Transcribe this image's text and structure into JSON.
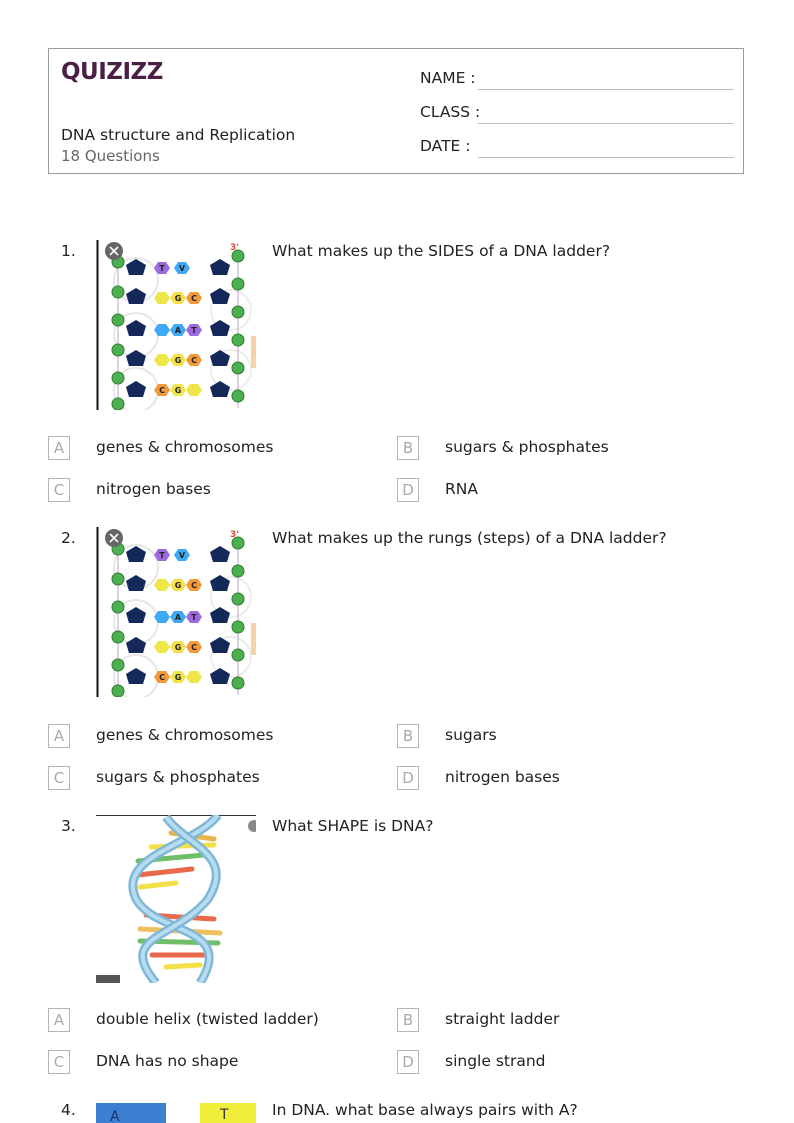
{
  "header": {
    "logo": "QUIZIZZ",
    "title": "DNA structure and Replication",
    "question_count": "18 Questions",
    "fields": [
      {
        "label": "NAME :"
      },
      {
        "label": "CLASS :"
      },
      {
        "label": "DATE  :"
      }
    ]
  },
  "questions": [
    {
      "number": "1.",
      "text": "What makes up the SIDES of a DNA ladder?",
      "image": "dna-ladder-diagram",
      "options": [
        {
          "letter": "A",
          "text": "genes & chromosomes"
        },
        {
          "letter": "B",
          "text": "sugars & phosphates"
        },
        {
          "letter": "C",
          "text": "nitrogen bases"
        },
        {
          "letter": "D",
          "text": "RNA"
        }
      ]
    },
    {
      "number": "2.",
      "text": "What makes up the rungs (steps) of a DNA ladder?",
      "image": "dna-ladder-diagram",
      "options": [
        {
          "letter": "A",
          "text": "genes & chromosomes"
        },
        {
          "letter": "B",
          "text": "sugars"
        },
        {
          "letter": "C",
          "text": "sugars & phosphates"
        },
        {
          "letter": "D",
          "text": "nitrogen bases"
        }
      ]
    },
    {
      "number": "3.",
      "text": "What SHAPE is DNA?",
      "image": "double-helix-illustration",
      "options": [
        {
          "letter": "A",
          "text": "double helix (twisted ladder)"
        },
        {
          "letter": "B",
          "text": "straight ladder"
        },
        {
          "letter": "C",
          "text": "DNA has no shape"
        },
        {
          "letter": "D",
          "text": "single strand"
        }
      ]
    },
    {
      "number": "4.",
      "text": "In DNA. what base always pairs with A?",
      "image": "base-pair-puzzle",
      "options": []
    }
  ]
}
